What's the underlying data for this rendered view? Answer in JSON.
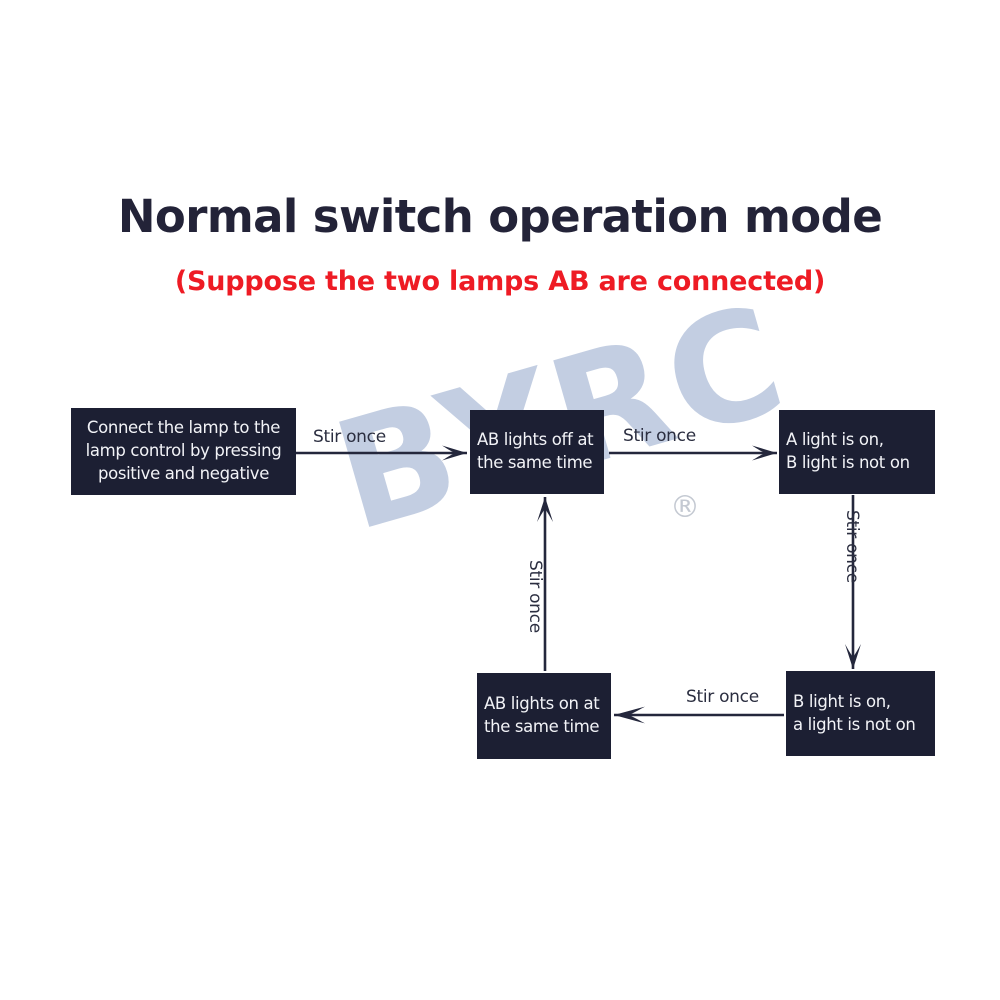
{
  "header": {
    "title": "Normal switch operation mode",
    "subtitle": "(Suppose the two lamps AB are connected)",
    "title_color": "#232338",
    "subtitle_color": "#ee1b24"
  },
  "watermark": {
    "text": "BYRC",
    "registered_mark": "®",
    "color": "#b9c6dd"
  },
  "diagram": {
    "type": "flowchart",
    "node_fill": "#1c1f33",
    "node_text_color": "#f2f3f7",
    "edge_color": "#2b2e40",
    "nodes": [
      {
        "id": "connect",
        "label": "Connect the lamp to the\nlamp control by pressing\npositive and negative"
      },
      {
        "id": "ab-off",
        "label": "AB lights off at\nthe same time"
      },
      {
        "id": "a-on",
        "label": "A light is on,\nB light is not on"
      },
      {
        "id": "b-on",
        "label": "B light is on,\na light is not on"
      },
      {
        "id": "ab-on",
        "label": "AB lights on at\nthe same time"
      }
    ],
    "edges": [
      {
        "from": "connect",
        "to": "ab-off",
        "label": "Stir once",
        "direction": "right"
      },
      {
        "from": "ab-off",
        "to": "a-on",
        "label": "Stir once",
        "direction": "right"
      },
      {
        "from": "a-on",
        "to": "b-on",
        "label": "Stir once",
        "direction": "down"
      },
      {
        "from": "b-on",
        "to": "ab-on",
        "label": "Stir once",
        "direction": "left"
      },
      {
        "from": "ab-on",
        "to": "ab-off",
        "label": "Stir once",
        "direction": "up"
      }
    ]
  }
}
